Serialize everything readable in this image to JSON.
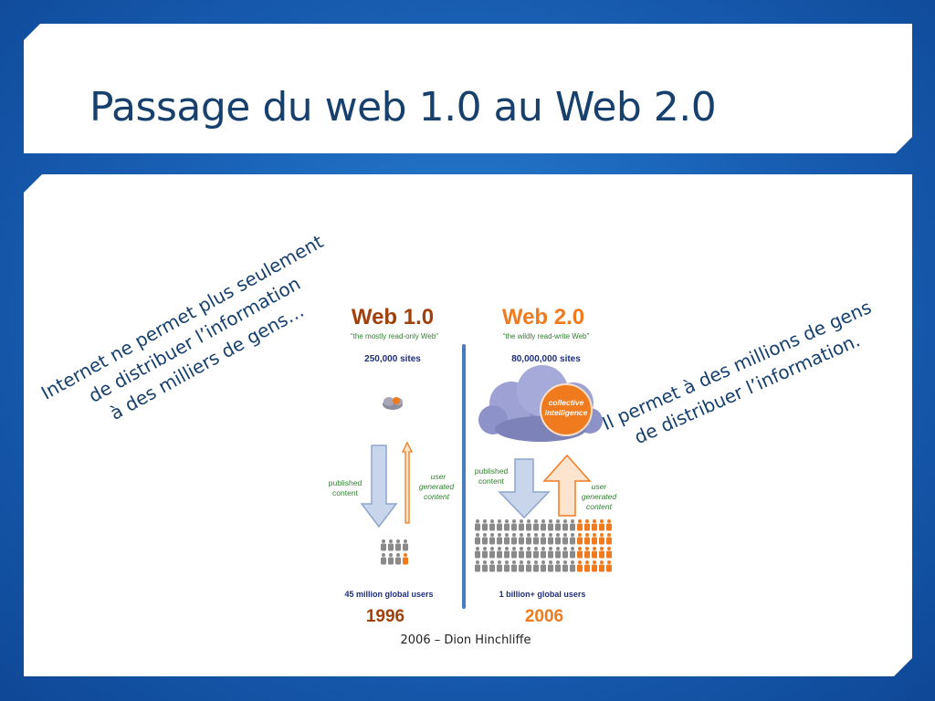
{
  "slide": {
    "title": "Passage du web 1.0 au Web 2.0",
    "left_text": [
      "Internet ne permet plus seulement",
      "de distribuer l’information",
      "à des milliers de gens…"
    ],
    "right_text": [
      "Il permet à des millions de gens",
      "de distribuer l’information."
    ],
    "credit": "2006 – Dion Hinchliffe"
  },
  "diagram": {
    "web1": {
      "title": "Web 1.0",
      "tagline": "“the mostly read-only Web”",
      "sites": "250,000 sites",
      "published_label": [
        "published",
        "content"
      ],
      "user_generated_label": [
        "user",
        "generated",
        "content"
      ],
      "users": "45 million global users",
      "year": "1996"
    },
    "web2": {
      "title": "Web 2.0",
      "tagline": "“the wildly read-write Web”",
      "sites": "80,000,000 sites",
      "cloud_label": [
        "collective",
        "intelligence"
      ],
      "published_label": [
        "published",
        "content"
      ],
      "user_generated_label": [
        "user",
        "generated",
        "content"
      ],
      "users": "1 billion+ global users",
      "year": "2006"
    },
    "colors": {
      "web1_title": "#a0400b",
      "web2_title": "#f07a1e",
      "tagline": "#2e7d2e",
      "sites": "#1f2f7a",
      "divider": "#4a7cc0",
      "orange": "#f07a1e",
      "gray_person": "#8a8a8a"
    }
  }
}
